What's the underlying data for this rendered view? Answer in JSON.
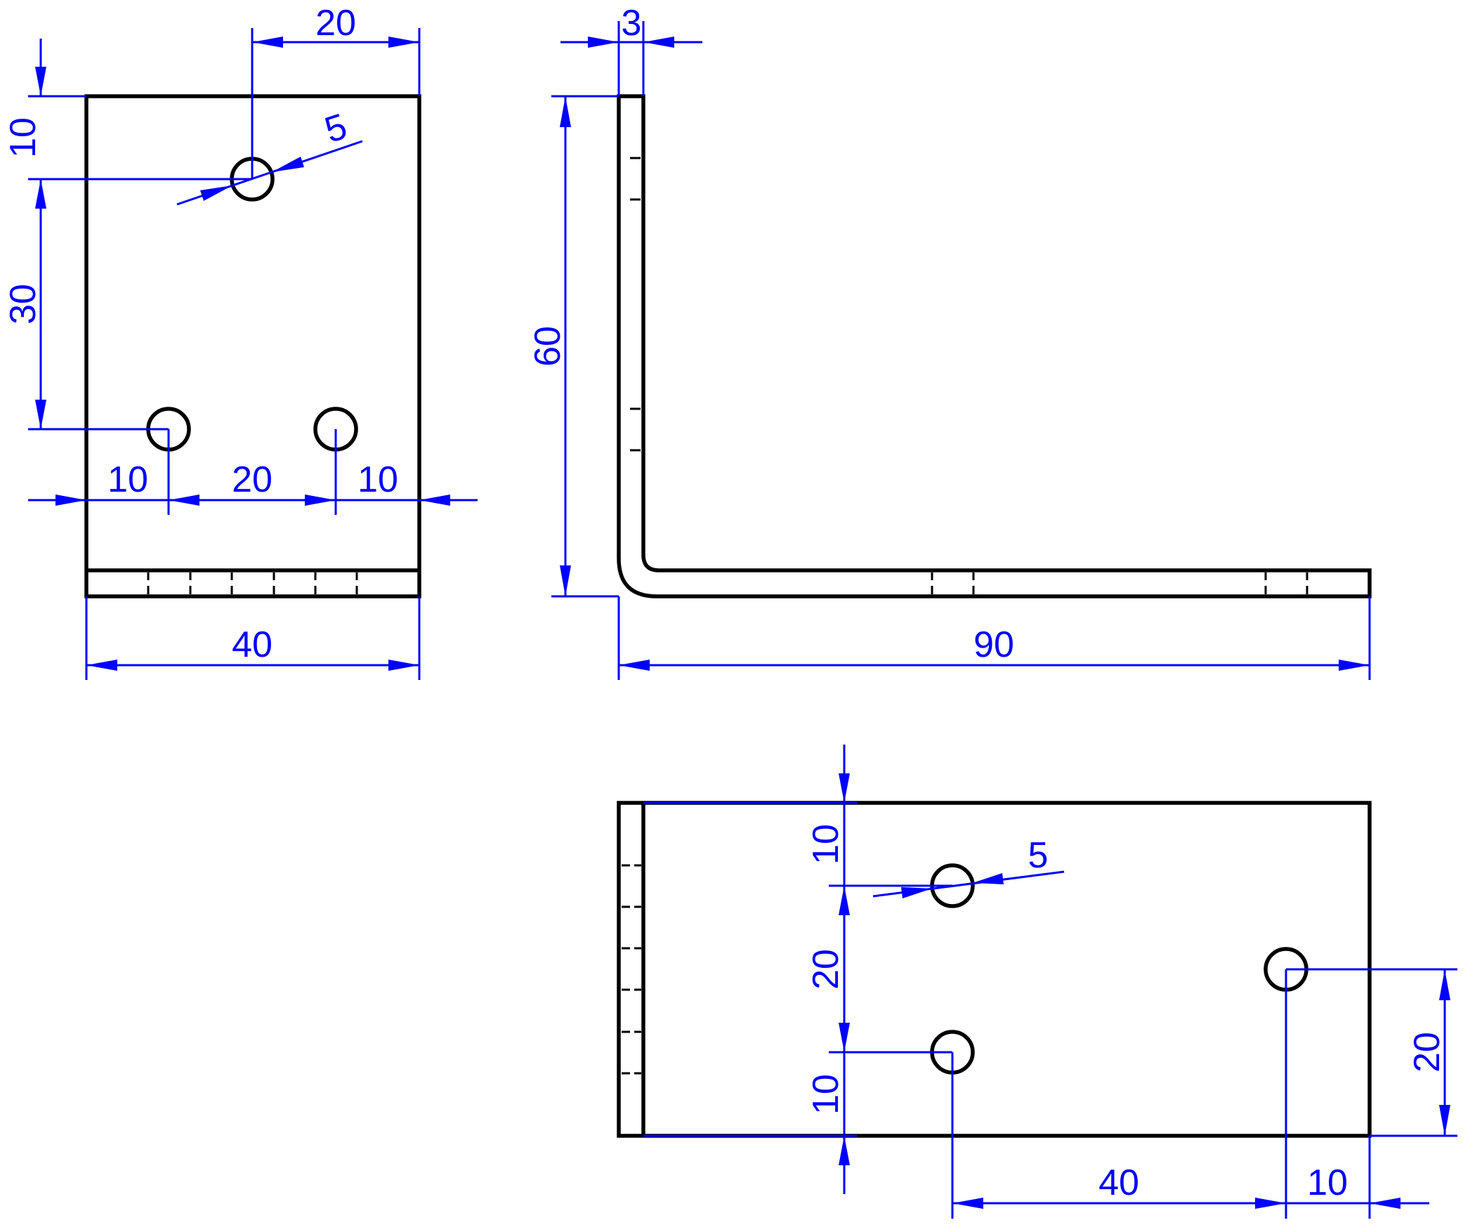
{
  "drawing": {
    "front_view": {
      "dims": {
        "top_hole_offset": "20",
        "hole_diameter": "5",
        "top_edge_to_hole": "10",
        "hole_vertical_spacing": "30",
        "left_margin": "10",
        "hole_spacing": "20",
        "right_margin": "10",
        "width": "40"
      }
    },
    "side_view": {
      "dims": {
        "thickness": "3",
        "height": "60",
        "length": "90"
      }
    },
    "bottom_view": {
      "dims": {
        "hole_diameter": "5",
        "top_edge_to_hole": "10",
        "hole_vertical_spacing": "20",
        "bottom_margin": "10",
        "right_hole_height": "20",
        "hole_horizontal_spacing": "40",
        "right_margin": "10"
      }
    },
    "colors": {
      "outline": "#000000",
      "dimension": "#0000ff",
      "background": "#ffffff"
    }
  }
}
